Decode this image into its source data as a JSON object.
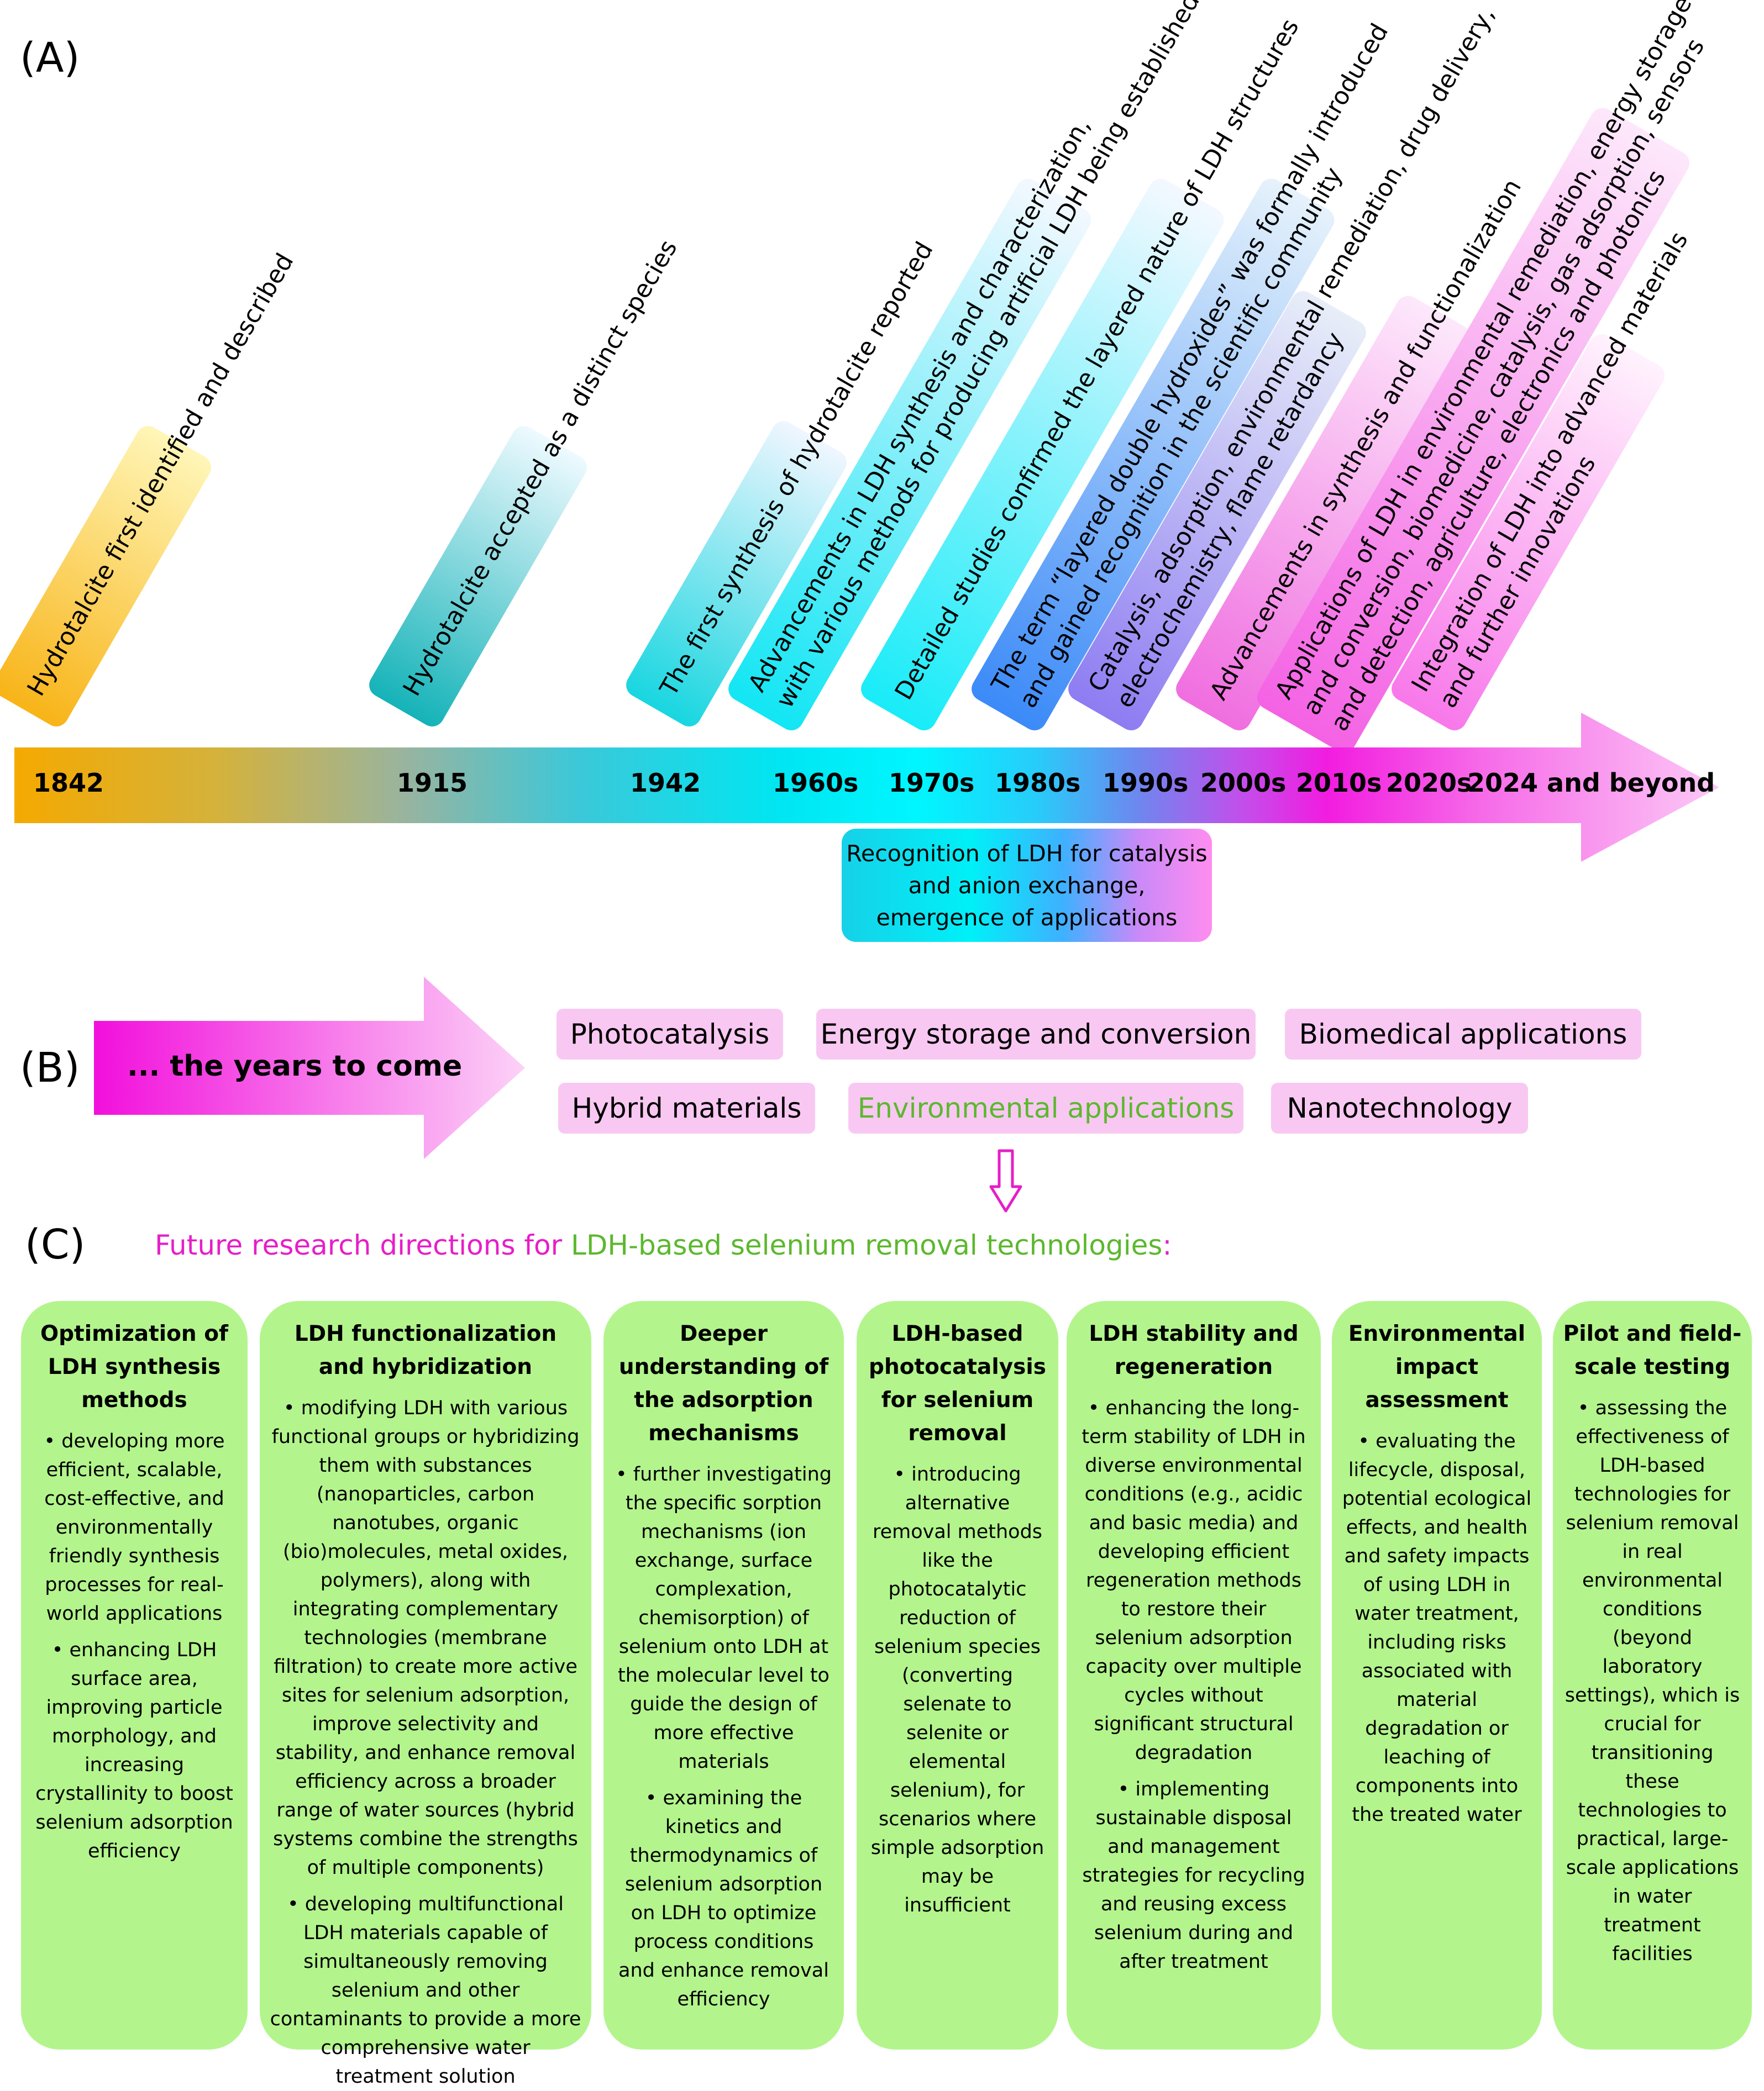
{
  "panel_a": {
    "label": "(A)",
    "years": [
      "1842",
      "1915",
      "1942",
      "1960s",
      "1970s",
      "1980s",
      "1990s",
      "2000s",
      "2010s",
      "2020s",
      "2024 and beyond"
    ],
    "events": [
      {
        "lines": [
          "Hydrotalcite first identified and described"
        ]
      },
      {
        "lines": [
          "Hydrotalcite accepted as a distinct species"
        ]
      },
      {
        "lines": [
          "The first synthesis of hydrotalcite reported"
        ]
      },
      {
        "lines": [
          "Advancements in LDH synthesis and characterization,",
          "with various methods for producing artificial LDH being established"
        ]
      },
      {
        "lines": [
          "Detailed studies confirmed the layered nature of LDH structures"
        ]
      },
      {
        "lines": [
          "The term “layered double hydroxides” was formally introduced",
          "and gained recognition in the scientific community"
        ]
      },
      {
        "lines": [
          "Catalysis, adsorption, environmental remediation, drug delivery,",
          "electrochemistry, flame retardancy"
        ]
      },
      {
        "lines": [
          "Advancements in synthesis and functionalization"
        ]
      },
      {
        "lines": [
          "Applications of LDH in environmental remediation, energy storage",
          "and conversion, biomedicine, catalysis, gas adsorption, sensors",
          "and detection, agriculture, electronics and photonics"
        ]
      },
      {
        "lines": [
          "Integration of LDH into advanced materials",
          "and further innovations"
        ]
      }
    ],
    "recognition_lines": [
      "Recognition of LDH for catalysis",
      "and anion exchange,",
      "emergence of applications"
    ]
  },
  "panel_b": {
    "label": "(B)",
    "arrow_text": "... the years to come",
    "applications_row1": [
      "Photocatalysis",
      "Energy storage and conversion",
      "Biomedical applications"
    ],
    "applications_row2": [
      "Hybrid materials",
      "Environmental applications",
      "Nanotechnology"
    ],
    "highlight_color": "#5cb82e"
  },
  "panel_c": {
    "label": "(C)",
    "title_part1": "Future research directions for ",
    "title_part2": "LDH-based selenium removal technologies",
    "title_part3": ":",
    "cards": [
      {
        "title": "Optimization of LDH synthesis methods",
        "bullets": [
          "• developing more efficient, scalable, cost-effective, and environmentally friendly synthesis processes for real-world applications",
          "• enhancing LDH surface area, improving particle morphology, and increasing crystallinity to boost selenium adsorption efficiency"
        ]
      },
      {
        "title": "LDH functionalization and hybridization",
        "bullets": [
          "• modifying LDH with various functional groups or hybridizing them with substances (nanoparticles, carbon nanotubes, organic (bio)molecules, metal oxides, polymers), along with integrating complementary technologies (membrane filtration) to create more active sites for selenium adsorption, improve selectivity and stability, and enhance removal efficiency across a broader range of water sources (hybrid systems combine the strengths of multiple components)",
          "• developing multifunctional LDH materials capable of simultaneously removing selenium and other contaminants to provide a more comprehensive water treatment solution"
        ]
      },
      {
        "title": "Deeper understanding of the adsorption mechanisms",
        "bullets": [
          "• further investigating the specific sorption mechanisms (ion exchange, surface complexation, chemisorption) of selenium onto LDH at the molecular level to guide the design of more effective materials",
          "• examining the kinetics and thermodynamics of selenium adsorption on LDH to optimize process conditions and enhance removal efficiency"
        ]
      },
      {
        "title": "LDH-based photocatalysis for selenium removal",
        "bullets": [
          "• introducing alternative removal methods like the photocatalytic reduction of selenium species (converting selenate to selenite or elemental selenium), for scenarios where simple adsorption may be insufficient"
        ]
      },
      {
        "title": "LDH stability and regeneration",
        "bullets": [
          "• enhancing the long-term stability of LDH in diverse environmental conditions (e.g., acidic and basic media) and developing efficient regeneration methods to restore their selenium adsorption capacity over multiple cycles without significant structural degradation",
          "• implementing sustainable disposal and management strategies for recycling and reusing excess selenium during and after treatment"
        ]
      },
      {
        "title": "Environmental impact assessment",
        "bullets": [
          "• evaluating the lifecycle, disposal, potential ecological effects, and health and safety impacts of using LDH in water treatment, including risks associated with material degradation or leaching of components into the treated water"
        ]
      },
      {
        "title": "Pilot and field-scale testing",
        "bullets": [
          "• assessing the effectiveness of LDH-based technologies for selenium removal in real environmental conditions (beyond laboratory settings), which is crucial for transitioning these technologies to practical, large-scale applications in water treatment facilities"
        ]
      }
    ]
  }
}
